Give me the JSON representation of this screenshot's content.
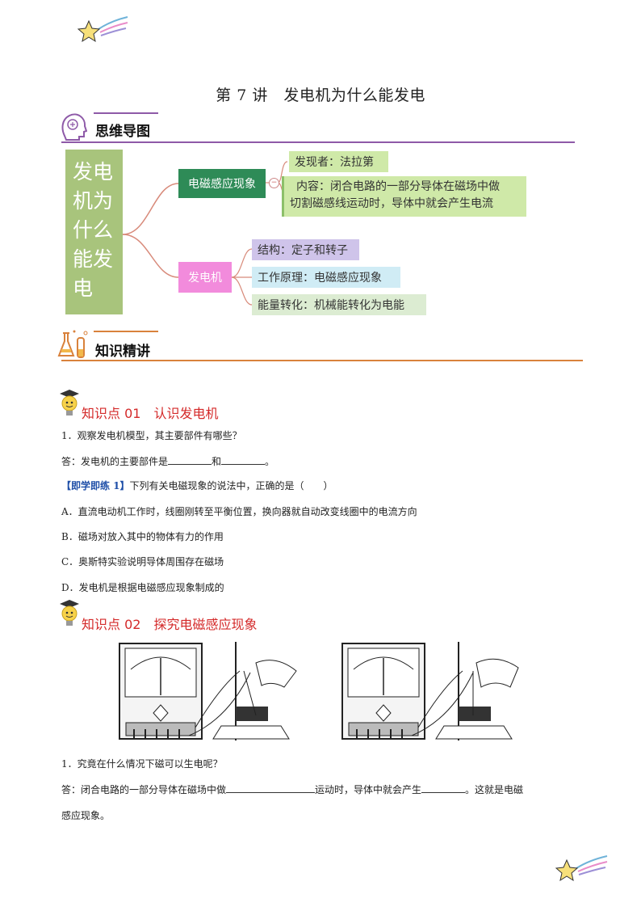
{
  "title": "第 7 讲　发电机为什么能发电",
  "sections": {
    "mindmap_title": "思维导图",
    "knowledge_title": "知识精讲"
  },
  "mindmap": {
    "root": [
      "发电",
      "机为",
      "什么",
      "能发",
      "电"
    ],
    "branch1": {
      "label": "电磁感应现象",
      "leaves": [
        "发现者：法拉第",
        "内容：闭合电路的一部分导体在磁场中做",
        "切割磁感线运动时，导体中就会产生电流"
      ],
      "collapse_symbol": "−"
    },
    "branch2": {
      "label": "发电机",
      "leaves": [
        "结构：定子和转子",
        "工作原理：电磁感应现象",
        "能量转化：机械能转化为电能"
      ]
    }
  },
  "kp1": {
    "heading": "知识点 01　认识发电机",
    "q1": "1．观察发电机模型，其主要部件有哪些？",
    "a1_pre": "答：发电机的主要部件是",
    "a1_mid": "和",
    "a1_end": "。",
    "practice_tag": "【即学即练 1】",
    "practice_q": "下列有关电磁现象的说法中，正确的是（　　）",
    "options": [
      "A．直流电动机工作时，线圈刚转至平衡位置，换向器就自动改变线圈中的电流方向",
      "B．磁场对放入其中的物体有力的作用",
      "C．奥斯特实验说明导体周围存在磁场",
      "D．发电机是根据电磁感应现象制成的"
    ]
  },
  "kp2": {
    "heading": "知识点 02　探究电磁感应现象",
    "q1": "1．究竟在什么情况下磁可以生电呢？",
    "a1_pre": "答：闭合电路的一部分导体在磁场中做",
    "a1_mid": "运动时，导体中就会产生",
    "a1_end": "。这就是电磁",
    "a1_line2": "感应现象。"
  },
  "colors": {
    "purple": "#8e5aa8",
    "orange": "#d9823c",
    "red_heading": "#d42a2a",
    "root_green": "#a8c47c",
    "node_green": "#2e8b57",
    "node_pink": "#f28bdc"
  }
}
